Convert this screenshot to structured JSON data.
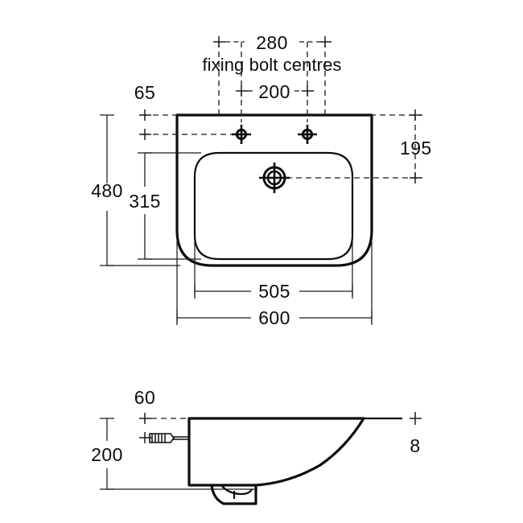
{
  "drawing": {
    "title": "Washbasin technical dimension drawing",
    "units": "mm",
    "line_color": "#0d0d0d",
    "background_color": "#ffffff"
  },
  "notes": {
    "fixing_bolt_centres": "fixing bolt centres"
  },
  "plan_view": {
    "name": "plan-view",
    "dimensions": {
      "bolt_centres_280": "280",
      "tap_centres_200": "200",
      "back_to_bolt_65": "65",
      "overall_height_480": "480",
      "bowl_height_315": "315",
      "top_to_taphole_195": "195",
      "bowl_width_505": "505",
      "overall_width_600": "600"
    }
  },
  "side_view": {
    "name": "side-view",
    "dimensions": {
      "bracket_drop_60": "60",
      "overall_depth_200": "200",
      "rim_thickness_8": "8"
    }
  },
  "icons": {
    "bolt_hole": "bolt-hole-icon",
    "tap_hole": "tap-hole-icon",
    "wall_plug": "wall-plug-icon",
    "cross_mark": "cross-mark-icon"
  }
}
